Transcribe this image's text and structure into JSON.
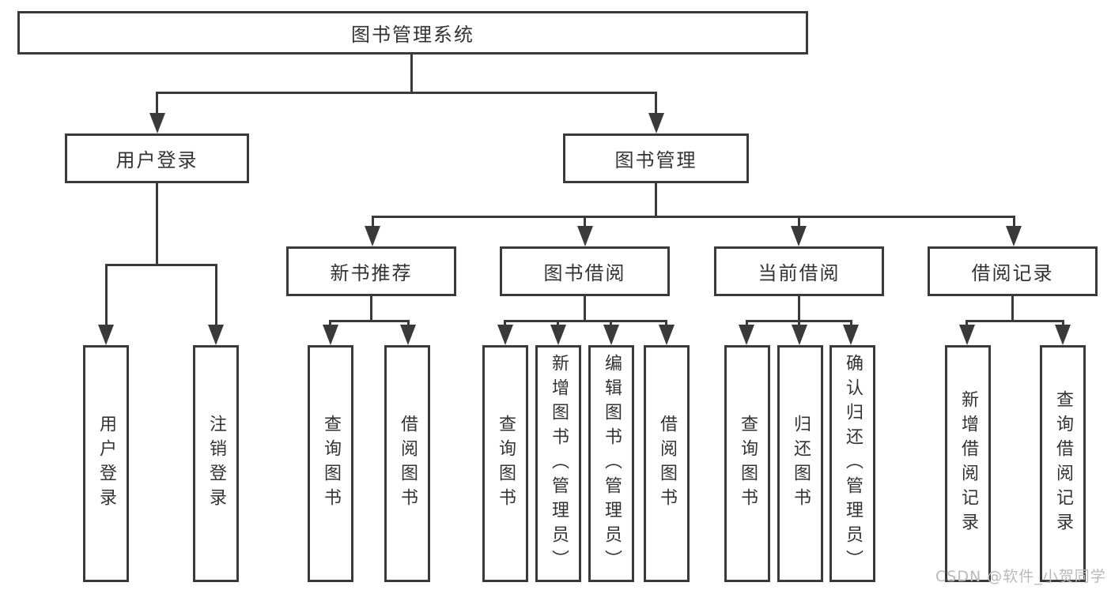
{
  "title": {
    "label": "图书管理系统"
  },
  "level1": {
    "user_login": "用户登录",
    "book_mgmt": "图书管理"
  },
  "level2": {
    "new_books": "新书推荐",
    "borrowing": "图书借阅",
    "current": "当前借阅",
    "records": "借阅记录"
  },
  "leaves": {
    "user_login": [
      "用户登录",
      "注销登录"
    ],
    "new_books": [
      "查询图书",
      "借阅图书"
    ],
    "borrowing": [
      "查询图书",
      "新增图书（管理员）",
      "编辑图书（管理员）",
      "借阅图书"
    ],
    "current": [
      "查询图书",
      "归还图书",
      "确认归还（管理员）"
    ],
    "records": [
      "新增借阅记录",
      "查询借阅记录"
    ]
  },
  "watermark": "CSDN @软件_小贺同学",
  "colors": {
    "line": "#3a3a3a",
    "text": "#333333",
    "watermark": "#b9b9bd",
    "background": "#ffffff"
  }
}
